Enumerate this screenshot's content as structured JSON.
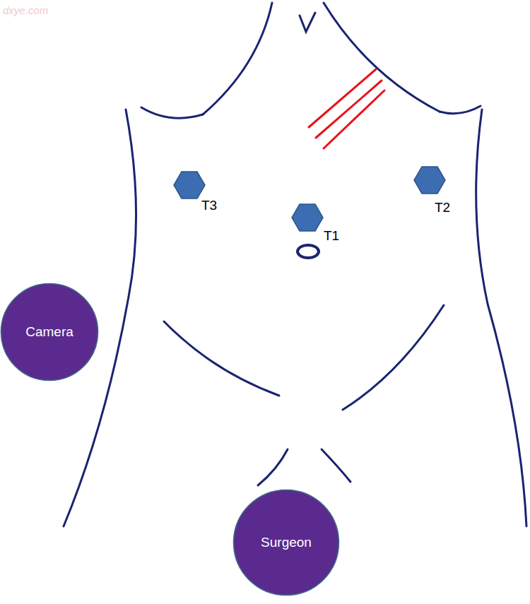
{
  "diagram": {
    "nodes": [
      {
        "text": [
          "Camera"
        ]
      },
      {
        "text": [
          "Surgeon"
        ]
      }
    ],
    "labels": [
      "dxye.com",
      "T3",
      "T2",
      "T1"
    ]
  }
}
